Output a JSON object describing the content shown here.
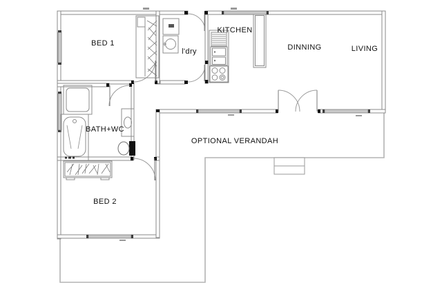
{
  "plan": {
    "labels": {
      "bed1": "BED 1",
      "laundry": "l'dry",
      "kitchen": "KITCHEN",
      "dinning": "DINNING",
      "living": "LIVING",
      "bath": "BATH+WC",
      "bed2": "BED 2",
      "verandah": "OPTIONAL VERANDAH"
    },
    "colors": {
      "wall_stroke": "#8a8a8a",
      "window_fill": "#c9c9c9",
      "window_stroke": "#7a7a7a",
      "jamb": "#111111",
      "fixture_stroke": "#8c8c8c",
      "deck_stroke": "#b3b3b3",
      "text": "#111111"
    }
  }
}
